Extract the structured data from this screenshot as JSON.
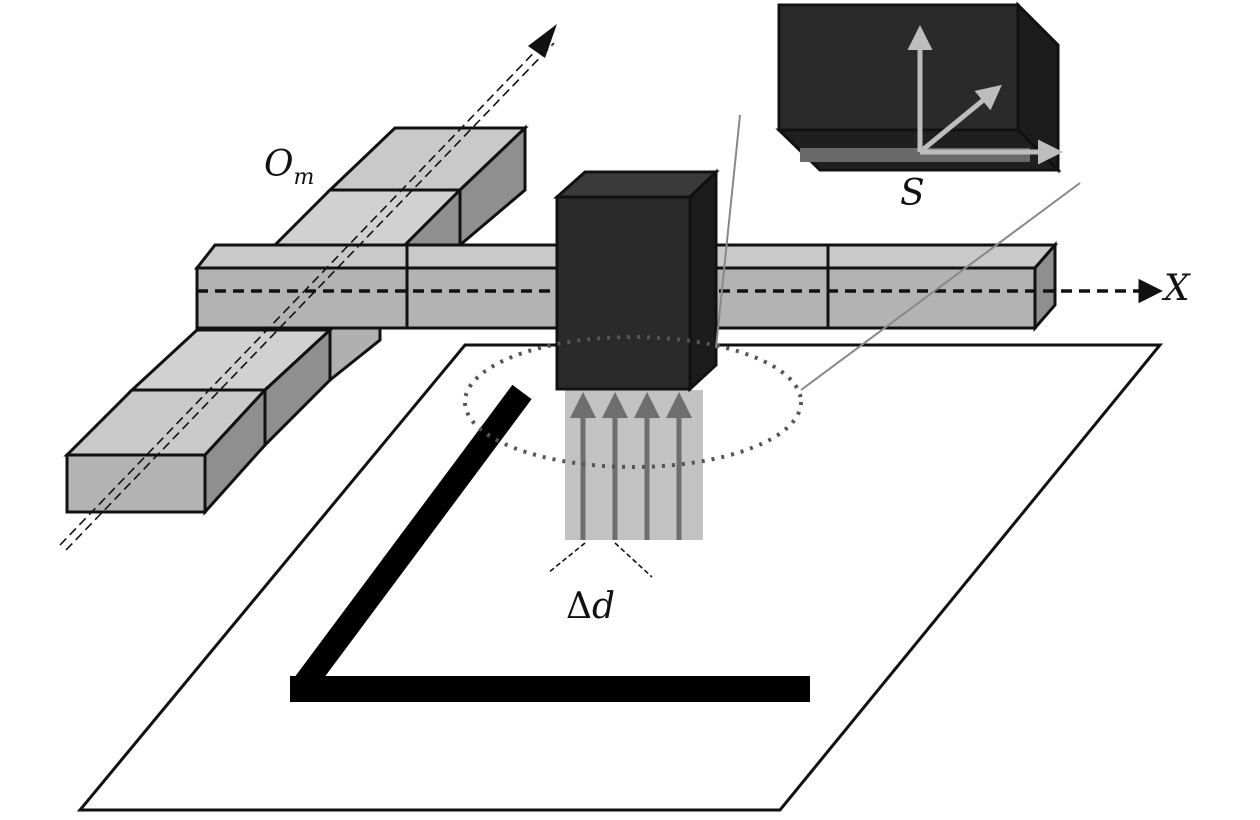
{
  "labels": {
    "axis_x": "X",
    "axis_om": "O",
    "axis_om_sub": "m",
    "sensor_frame": "S",
    "delta_prefix": "Δ",
    "delta_var": "d"
  },
  "colors": {
    "background": "#ffffff",
    "outline": "#111111",
    "rail_face": "#b3b3b3",
    "rail_top": "#c9c9c9",
    "rail_side": "#8f8f8f",
    "block_front": "#2a2a2a",
    "block_top": "#3a3a3a",
    "block_side": "#1c1c1c",
    "beam": "#c2c2c2",
    "arrow": "#6e6e6e",
    "track": "#000000",
    "dotted": "#555555",
    "inset_arrow": "#bdbdbd"
  },
  "icons": {
    "sensor": "sensor-block-icon",
    "inset": "coordinate-frame-icon"
  }
}
